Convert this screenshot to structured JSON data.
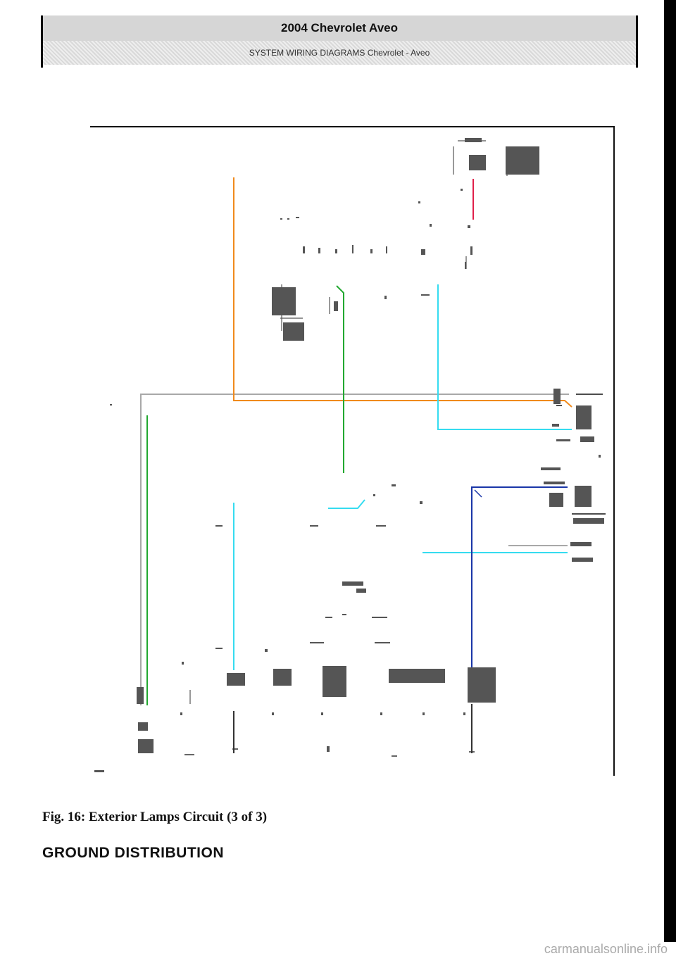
{
  "header": {
    "title": "2004 Chevrolet Aveo",
    "subtitle": "SYSTEM WIRING DIAGRAMS Chevrolet - Aveo"
  },
  "figure": {
    "caption": "Fig. 16: Exterior Lamps Circuit (3 of 3)"
  },
  "section": {
    "heading": "GROUND DISTRIBUTION"
  },
  "footer": {
    "watermark": "carmanualsonline.info"
  },
  "colors": {
    "orange": "#f08a1c",
    "red": "#e0204a",
    "green": "#22a830",
    "cyan": "#35dcf0",
    "blue": "#1a36a8",
    "gray": "#a8a8a8",
    "black": "#222222"
  }
}
